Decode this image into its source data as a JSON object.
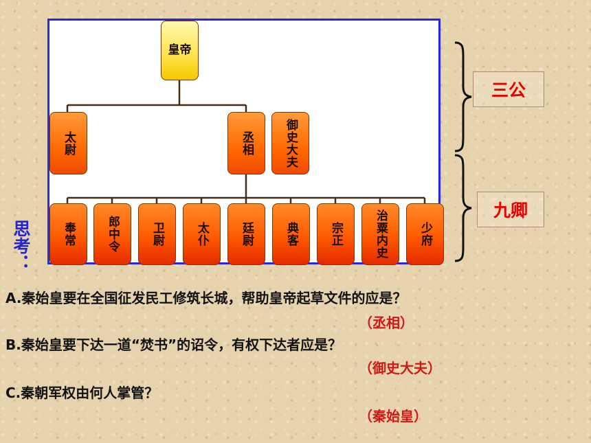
{
  "diagram": {
    "emperor": "皇帝",
    "sangong": [
      "太尉",
      "丞相",
      "御史大夫"
    ],
    "jiuqing": [
      "奉常",
      "郎中令",
      "卫尉",
      "太仆",
      "廷尉",
      "典客",
      "宗正",
      "治粟内史",
      "少府"
    ]
  },
  "labels": {
    "sangong": "三公",
    "jiuqing": "九卿"
  },
  "think_label": "思考：",
  "questions": [
    {
      "text": "A.秦始皇要在全国征发民工修筑长城，帮助皇帝起草文件的应是？",
      "answer": "（丞相）"
    },
    {
      "text": "B.秦始皇要下达一道“焚书”的诏令，有权下达者应是？",
      "answer": "（御史大夫）"
    },
    {
      "text": "C.秦朝军权由何人掌管？",
      "answer": "（秦始皇）"
    }
  ],
  "colors": {
    "frame_border": "#2626e8",
    "node_fill": "#ff6a00",
    "emperor_fill": "#ffe24a",
    "tag_text": "#e80000",
    "answer_text": "#d01818",
    "think_text": "#2323d8"
  }
}
